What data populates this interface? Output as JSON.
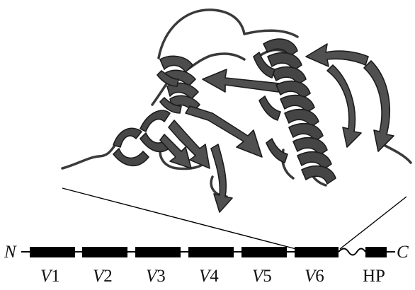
{
  "diagram": {
    "n_terminus": "N",
    "c_terminus": "C",
    "domains": [
      {
        "prefix": "V",
        "number": "1"
      },
      {
        "prefix": "V",
        "number": "2"
      },
      {
        "prefix": "V",
        "number": "3"
      },
      {
        "prefix": "V",
        "number": "4"
      },
      {
        "prefix": "V",
        "number": "5"
      },
      {
        "prefix": "V",
        "number": "6"
      },
      {
        "prefix": "",
        "number": "HP"
      }
    ]
  },
  "colors": {
    "ribbon": "#4a4a4a",
    "ribbon_edge": "#1c1c1c",
    "domain_fill": "#000000",
    "line": "#000000"
  }
}
